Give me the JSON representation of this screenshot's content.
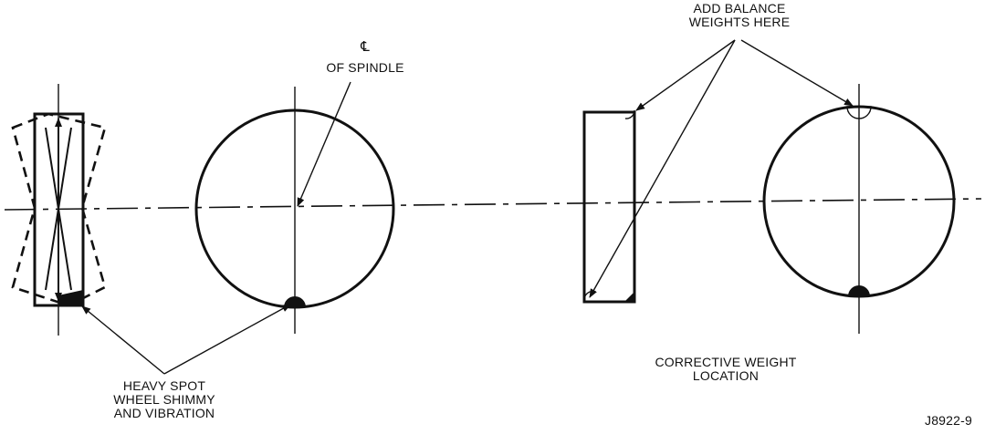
{
  "labels": {
    "cl_symbol": "℄",
    "cl_line2": "OF SPINDLE",
    "add_line1": "ADD BALANCE",
    "add_line2": "WEIGHTS HERE",
    "heavy_line1": "HEAVY SPOT",
    "heavy_line2": "WHEEL SHIMMY",
    "heavy_line3": "AND VIBRATION",
    "corrective_line1": "CORRECTIVE WEIGHT",
    "corrective_line2": "LOCATION",
    "figure_id": "J8922-9"
  },
  "colors": {
    "ink": "#111111",
    "paper": "#ffffff"
  }
}
